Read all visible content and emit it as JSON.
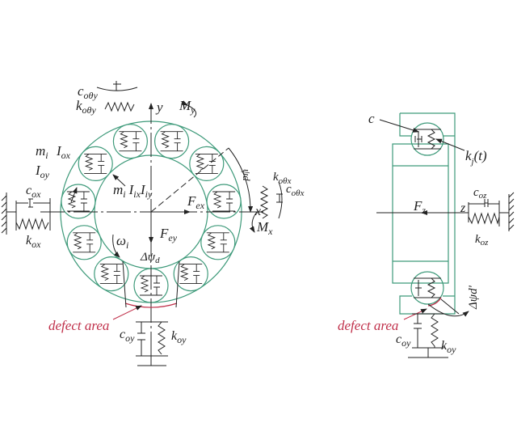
{
  "colors": {
    "ring": "#3e9a7a",
    "ink": "#222222",
    "defect": "#c0304a"
  },
  "left_view": {
    "c_otheta_y": "c",
    "c_otheta_y_sub": "oθy",
    "k_otheta_y": "k",
    "k_otheta_y_sub": "oθy",
    "axis_y": "y",
    "axis_x": "x",
    "moment_y": "M",
    "moment_y_sub": "y",
    "moment_x": "M",
    "moment_x_sub": "x",
    "outer_mass": "m",
    "outer_mass_sub": "i",
    "I_ox": "I",
    "I_ox_sub": "ox",
    "I_oy": "I",
    "I_oy_sub": "oy",
    "inner_label": "m",
    "inner_label_sub": "i",
    "I_ix": "I",
    "I_ix_sub": "ix",
    "I_iy": "I",
    "I_iy_sub": "iy",
    "c_ox": "c",
    "c_ox_sub": "ox",
    "k_ox": "k",
    "k_ox_sub": "ox",
    "F_ex": "F",
    "F_ex_sub": "ex",
    "F_ey": "F",
    "F_ey_sub": "ey",
    "omega": "ω",
    "omega_sub": "i",
    "psi_d": "ψd",
    "delta_psi": "Δψ",
    "delta_psi_sub": "d",
    "k_otheta_x": "k",
    "k_otheta_x_sub": "oθx",
    "c_otheta_x": "c",
    "c_otheta_x_sub": "oθx",
    "defect": "defect area",
    "c_oy": "c",
    "c_oy_sub": "oy",
    "k_oy": "k",
    "k_oy_sub": "oy"
  },
  "right_view": {
    "c": "c",
    "k_j": "k",
    "k_j_sub": "j",
    "k_j_arg": "(t)",
    "F_z": "F",
    "F_z_sub": "z",
    "axis_z": "z",
    "c_oz": "c",
    "c_oz_sub": "oz",
    "k_oz": "k",
    "k_oz_sub": "oz",
    "delta_psi": "Δψd'",
    "defect": "defect area",
    "c_oy": "c",
    "c_oy_sub": "oy",
    "k_oy": "k",
    "k_oy_sub": "oy"
  }
}
